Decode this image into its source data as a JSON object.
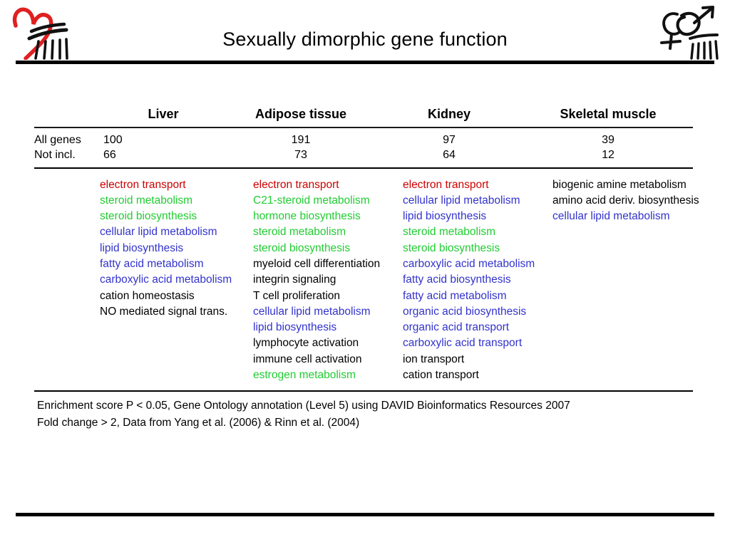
{
  "slide": {
    "title": "Sexually dimorphic gene function",
    "logo_left_name": "heart-brush-logo",
    "logo_right_name": "male-female-symbols-logo"
  },
  "table": {
    "columns": [
      "Liver",
      "Adipose tissue",
      "Kidney",
      "Skeletal muscle"
    ],
    "count_rows": [
      {
        "label": "All genes",
        "values": [
          "100",
          "191",
          "97",
          "39"
        ]
      },
      {
        "label": "Not incl.",
        "values": [
          "66",
          "73",
          "64",
          "12"
        ]
      }
    ],
    "terms": {
      "liver": [
        {
          "text": "electron transport",
          "color": "red"
        },
        {
          "text": "steroid metabolism",
          "color": "green"
        },
        {
          "text": "steroid biosynthesis",
          "color": "green"
        },
        {
          "text": "cellular lipid metabolism",
          "color": "blue"
        },
        {
          "text": "lipid biosynthesis",
          "color": "blue"
        },
        {
          "text": "fatty acid metabolism",
          "color": "blue"
        },
        {
          "text": "carboxylic acid metabolism",
          "color": "blue"
        },
        {
          "text": "cation homeostasis",
          "color": "black"
        },
        {
          "text": "NO mediated signal trans.",
          "color": "black"
        }
      ],
      "adipose": [
        {
          "text": "electron transport",
          "color": "red"
        },
        {
          "text": "C21-steroid metabolism",
          "color": "green"
        },
        {
          "text": "hormone biosynthesis",
          "color": "green"
        },
        {
          "text": "steroid metabolism",
          "color": "green"
        },
        {
          "text": "steroid biosynthesis",
          "color": "green"
        },
        {
          "text": "myeloid cell differentiation",
          "color": "black"
        },
        {
          "text": "integrin signaling",
          "color": "black"
        },
        {
          "text": "T cell proliferation",
          "color": "black"
        },
        {
          "text": "cellular lipid metabolism",
          "color": "blue"
        },
        {
          "text": "lipid biosynthesis",
          "color": "blue"
        },
        {
          "text": "lymphocyte activation",
          "color": "black"
        },
        {
          "text": "immune cell activation",
          "color": "black"
        },
        {
          "text": "estrogen metabolism",
          "color": "green"
        }
      ],
      "kidney": [
        {
          "text": "electron transport",
          "color": "red"
        },
        {
          "text": "cellular lipid metabolism",
          "color": "blue"
        },
        {
          "text": "lipid biosynthesis",
          "color": "blue"
        },
        {
          "text": "steroid metabolism",
          "color": "green"
        },
        {
          "text": "steroid biosynthesis",
          "color": "green"
        },
        {
          "text": "carboxylic acid metabolism",
          "color": "blue"
        },
        {
          "text": "fatty acid biosynthesis",
          "color": "blue"
        },
        {
          "text": "fatty acid metabolism",
          "color": "blue"
        },
        {
          "text": "organic acid biosynthesis",
          "color": "blue"
        },
        {
          "text": "organic acid transport",
          "color": "blue"
        },
        {
          "text": "carboxylic acid transport",
          "color": "blue"
        },
        {
          "text": "ion transport",
          "color": "black"
        },
        {
          "text": "cation transport",
          "color": "black"
        }
      ],
      "skeletal_muscle": [
        {
          "text": "biogenic amine metabolism",
          "color": "black"
        },
        {
          "text": "amino acid deriv. biosynthesis",
          "color": "black"
        },
        {
          "text": "cellular lipid metabolism",
          "color": "blue"
        }
      ]
    }
  },
  "footnotes": [
    "Enrichment score P < 0.05, Gene Ontology annotation (Level 5) using DAVID Bioinformatics Resources 2007",
    "Fold change > 2, Data from Yang et al. (2006) & Rinn et al. (2004)"
  ],
  "colors": {
    "red": "#CC0000",
    "green": "#22CC33",
    "blue": "#3333CC",
    "black": "#000000"
  }
}
